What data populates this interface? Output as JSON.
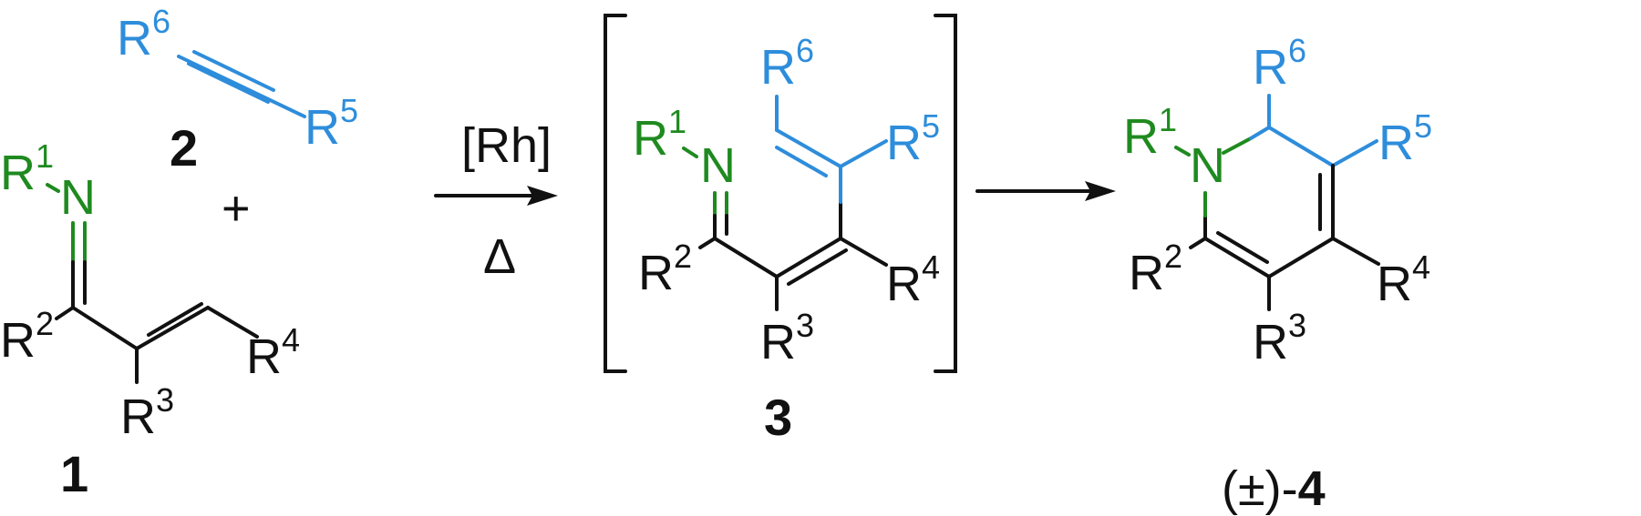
{
  "substituents": {
    "r1": {
      "main": "R",
      "sup": "1"
    },
    "r2": {
      "main": "R",
      "sup": "2"
    },
    "r3": {
      "main": "R",
      "sup": "3"
    },
    "r4": {
      "main": "R",
      "sup": "4"
    },
    "r5": {
      "main": "R",
      "sup": "5"
    },
    "r6": {
      "main": "R",
      "sup": "6"
    }
  },
  "atoms": {
    "nitrogen": "N"
  },
  "compounds": {
    "imine": "1",
    "alkyne": "2",
    "intermediate": "3",
    "product_prefix": "(±)-",
    "product": "4"
  },
  "plus": "+",
  "catalyst": "[Rh]",
  "heat": "Δ",
  "colors": {
    "carbon_skeleton": "#111111",
    "nitrogen_group": "#1f8a1f",
    "alkyne_group": "#2e8ddb"
  }
}
